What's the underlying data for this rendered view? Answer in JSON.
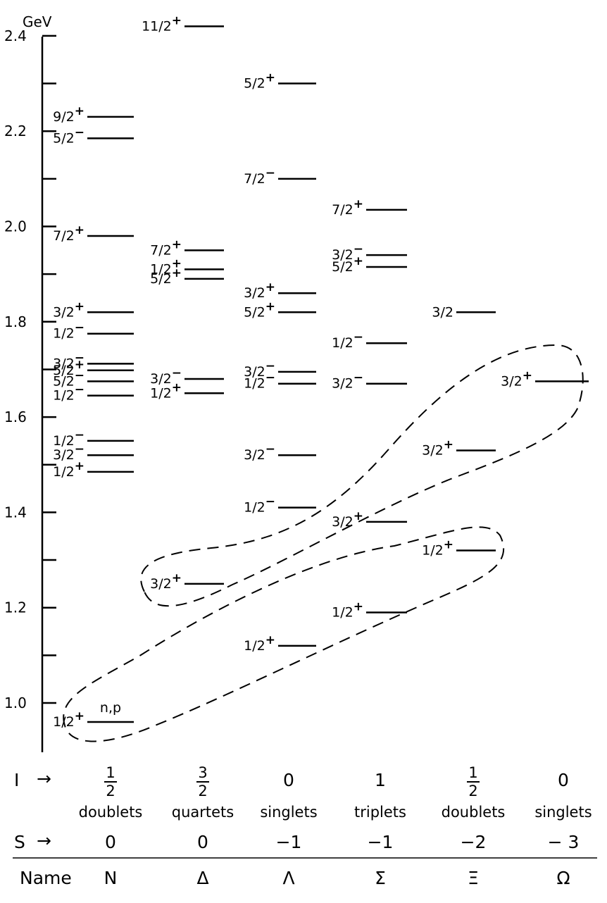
{
  "axis": {
    "unit": "GeV",
    "ymin": 0.9,
    "ymax": 2.4,
    "major_ticks": [
      {
        "value": 1.0,
        "label": "1.0"
      },
      {
        "value": 1.2,
        "label": "1.2"
      },
      {
        "value": 1.4,
        "label": "1.4"
      },
      {
        "value": 1.6,
        "label": "1.6"
      },
      {
        "value": 1.8,
        "label": "1.8"
      },
      {
        "value": 2.0,
        "label": "2.0"
      },
      {
        "value": 2.2,
        "label": "2.2"
      },
      {
        "value": 2.4,
        "label": "2.4"
      }
    ],
    "minor_ticks": [
      1.1,
      1.3,
      1.5,
      1.7,
      1.9,
      2.1,
      2.3
    ]
  },
  "columns": [
    {
      "id": "N",
      "I": "1/2",
      "multiplet": "doublets",
      "S": "0",
      "name": "N"
    },
    {
      "id": "Delta",
      "I": "3/2",
      "multiplet": "quartets",
      "S": "0",
      "name": "Δ"
    },
    {
      "id": "Lambda",
      "I": "0",
      "multiplet": "singlets",
      "S": "−1",
      "name": "Λ"
    },
    {
      "id": "Sigma",
      "I": "1",
      "multiplet": "triplets",
      "S": "−1",
      "name": "Σ"
    },
    {
      "id": "Xi",
      "I": "1/2",
      "multiplet": "doublets",
      "S": "−2",
      "name": "Ξ"
    },
    {
      "id": "Omega",
      "I": "0",
      "multiplet": "singlets",
      "S": "− 3",
      "name": "Ω"
    }
  ],
  "states": {
    "N": [
      {
        "j": "9/2",
        "p": "+",
        "mass": 2.23
      },
      {
        "j": "5/2",
        "p": "−",
        "mass": 2.185
      },
      {
        "j": "7/2",
        "p": "+",
        "mass": 1.98
      },
      {
        "j": "3/2",
        "p": "+",
        "mass": 1.82
      },
      {
        "j": "1/2",
        "p": "−",
        "mass": 1.775
      },
      {
        "j": "3/2",
        "p": "−",
        "mass": 1.712
      },
      {
        "j": "5/2",
        "p": "+",
        "mass": 1.698
      },
      {
        "j": "5/2",
        "p": "−",
        "mass": 1.675
      },
      {
        "j": "1/2",
        "p": "−",
        "mass": 1.645
      },
      {
        "j": "1/2",
        "p": "−",
        "mass": 1.55
      },
      {
        "j": "3/2",
        "p": "−",
        "mass": 1.52
      },
      {
        "j": "1/2",
        "p": "+",
        "mass": 1.485
      },
      {
        "j": "1/2",
        "p": "+",
        "mass": 0.96,
        "note": "n,p"
      }
    ],
    "Delta": [
      {
        "j": "11/2",
        "p": "+",
        "mass": 2.42
      },
      {
        "j": "7/2",
        "p": "+",
        "mass": 1.95
      },
      {
        "j": "1/2",
        "p": "+",
        "mass": 1.91
      },
      {
        "j": "5/2",
        "p": "+",
        "mass": 1.89
      },
      {
        "j": "3/2",
        "p": "−",
        "mass": 1.68
      },
      {
        "j": "1/2",
        "p": "+",
        "mass": 1.65
      },
      {
        "j": "3/2",
        "p": "+",
        "mass": 1.25
      }
    ],
    "Lambda": [
      {
        "j": "5/2",
        "p": "+",
        "mass": 2.3
      },
      {
        "j": "7/2",
        "p": "−",
        "mass": 2.1
      },
      {
        "j": "3/2",
        "p": "+",
        "mass": 1.86
      },
      {
        "j": "5/2",
        "p": "+",
        "mass": 1.82
      },
      {
        "j": "3/2",
        "p": "−",
        "mass": 1.695
      },
      {
        "j": "1/2",
        "p": "−",
        "mass": 1.67
      },
      {
        "j": "3/2",
        "p": "−",
        "mass": 1.52
      },
      {
        "j": "1/2",
        "p": "−",
        "mass": 1.41
      },
      {
        "j": "1/2",
        "p": "+",
        "mass": 1.12
      }
    ],
    "Sigma": [
      {
        "j": "7/2",
        "p": "+",
        "mass": 2.035
      },
      {
        "j": "3/2",
        "p": "−",
        "mass": 1.94
      },
      {
        "j": "5/2",
        "p": "+",
        "mass": 1.915
      },
      {
        "j": "1/2",
        "p": "−",
        "mass": 1.755
      },
      {
        "j": "3/2",
        "p": "−",
        "mass": 1.67
      },
      {
        "j": "3/2",
        "p": "+",
        "mass": 1.38
      },
      {
        "j": "1/2",
        "p": "+",
        "mass": 1.19
      }
    ],
    "Xi": [
      {
        "j": "3/2",
        "p": "",
        "mass": 1.82
      },
      {
        "j": "3/2",
        "p": "+",
        "mass": 1.53
      },
      {
        "j": "1/2",
        "p": "+",
        "mass": 1.32
      }
    ],
    "Omega": [
      {
        "j": "3/2",
        "p": "+",
        "mass": 1.675
      }
    ]
  },
  "footer": {
    "I_label": "I",
    "S_label": "S",
    "name_label": "Name",
    "arrow": "→"
  }
}
